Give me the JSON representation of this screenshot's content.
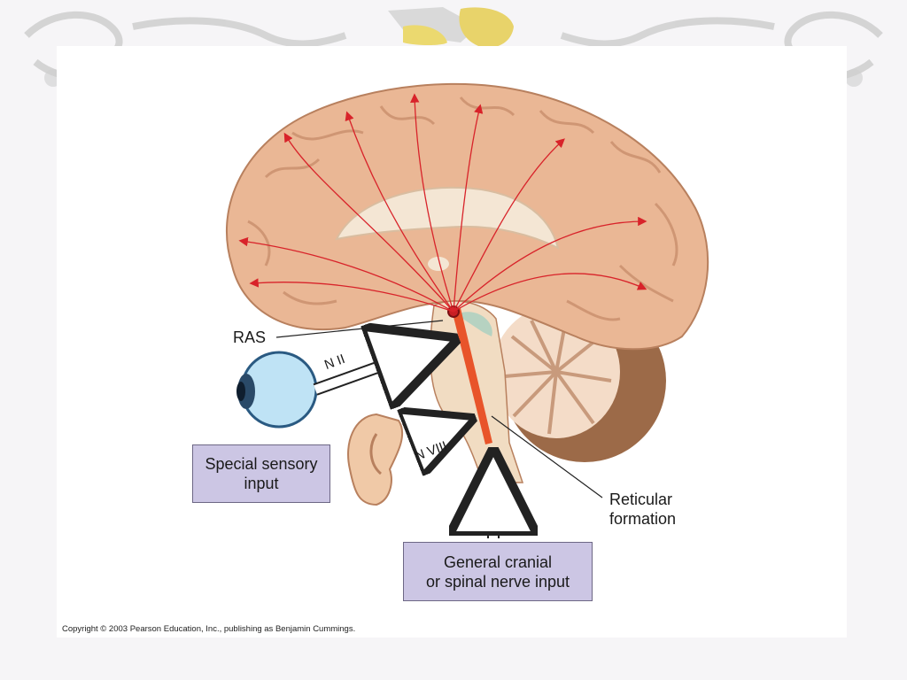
{
  "labels": {
    "ras": "RAS",
    "n_ii": "N II",
    "n_viii": "N VIII",
    "reticular_formation_line1": "Reticular",
    "reticular_formation_line2": "formation",
    "special_sensory_line1": "Special sensory",
    "special_sensory_line2": "input",
    "general_cranial_line1": "General cranial",
    "general_cranial_line2": "or spinal nerve input"
  },
  "copyright": "Copyright © 2003 Pearson Education, Inc., publishing as Benjamin Cummings.",
  "colors": {
    "box_fill": "#ccc6e4",
    "arrow_red": "#d8232a",
    "brain_tissue": "#eab795",
    "cerebellum": "#9c6a48",
    "brainstem_core": "#e8542a"
  }
}
